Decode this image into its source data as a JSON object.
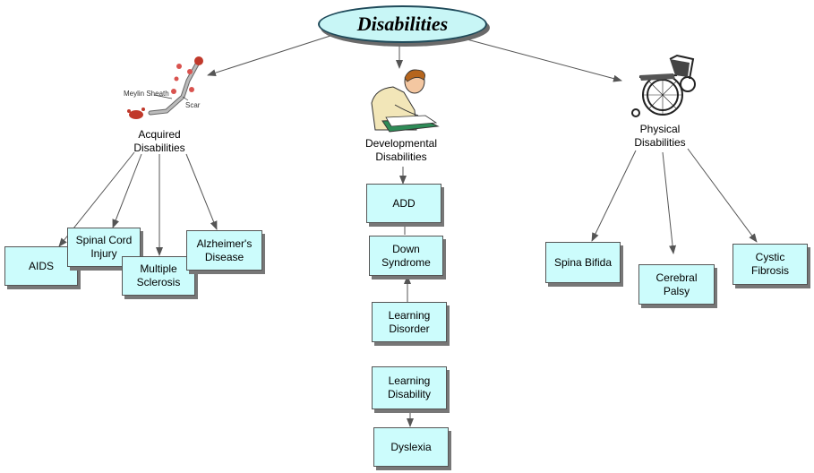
{
  "title": "Disabilities",
  "categories": {
    "acquired": "Acquired\nDisabilities",
    "developmental": "Developmental\nDisabilities",
    "physical": "Physical\nDisabilities"
  },
  "image_labels": {
    "myelin": "Meylin Sheath",
    "scar": "Scar"
  },
  "acquired_items": {
    "aids": "AIDS",
    "spinal": "Spinal Cord\nInjury",
    "ms": "Multiple\nSclerosis",
    "alz": "Alzheimer's\nDisease"
  },
  "developmental_items": {
    "add": "ADD",
    "down": "Down\nSyndrome",
    "learning_disorder": "Learning\nDisorder",
    "learning_disability": "Learning\nDisability",
    "dyslexia": "Dyslexia"
  },
  "physical_items": {
    "spina": "Spina Bifida",
    "cp": "Cerebral\nPalsy",
    "cf": "Cystic\nFibrosis"
  },
  "colors": {
    "node_fill": "#ccfcfc",
    "root_fill": "#c8f6f6",
    "edge": "#555555"
  },
  "icons": [
    "nerve-cell-icon",
    "person-reading-icon",
    "wheelchair-icon"
  ]
}
